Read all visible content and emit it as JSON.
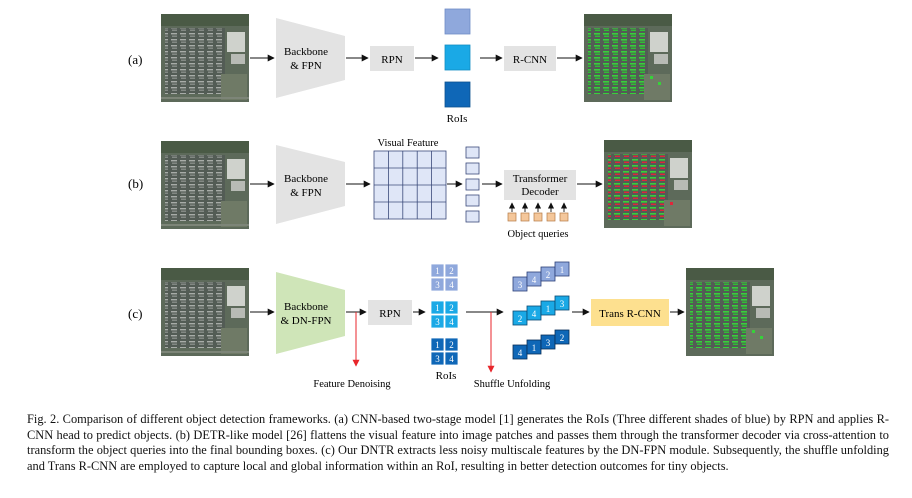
{
  "rows": {
    "a": {
      "label": "(a)",
      "backbone": [
        "Backbone",
        "& FPN"
      ],
      "rpn": "RPN",
      "rois": "RoIs",
      "head": "R-CNN"
    },
    "b": {
      "label": "(b)",
      "backbone": [
        "Backbone",
        "& FPN"
      ],
      "visual_feature": "Visual Feature",
      "decoder": [
        "Transformer",
        "Decoder"
      ],
      "queries": "Object queries"
    },
    "c": {
      "label": "(c)",
      "backbone": [
        "Backbone",
        "& DN-FPN"
      ],
      "rpn": "RPN",
      "rois": "RoIs",
      "head": "Trans R-CNN",
      "feature_denoising": "Feature Denoising",
      "shuffle_unfolding": "Shuffle Unfolding",
      "roi_cells": [
        "1",
        "2",
        "3",
        "4"
      ],
      "shuffle_stack_1": [
        "3",
        "4",
        "2",
        "1"
      ],
      "shuffle_stack_2": [
        "2",
        "4",
        "1",
        "3"
      ],
      "shuffle_stack_3": [
        "4",
        "1",
        "3",
        "2"
      ]
    }
  },
  "caption": "Fig. 2.  Comparison of different object detection frameworks. (a) CNN-based two-stage model [1] generates the RoIs (Three different shades of blue) by RPN and applies R-CNN head to predict objects. (b) DETR-like model [26] flattens the visual feature into image patches and passes them through the transformer decoder via cross-attention to transform the object queries into the final bounding boxes. (c) Our DNTR extracts less noisy multiscale features by the DN-FPN module. Subsequently, the shuffle unfolding and Trans R-CNN are employed to capture local and global information within an RoI, resulting in better detection outcomes for tiny objects.",
  "colors": {
    "trapezoid_gray": "#e3e3e3",
    "trapezoid_green": "#cfe5b8",
    "box_gray": "#e3e3e3",
    "blue_light": "#8fa8dc",
    "blue_mid": "#1aa9e6",
    "blue_dark": "#0f67b7",
    "grid_fill": "#dfe6f7",
    "query_fill": "#f4c79b",
    "trans_rcnn_fill": "#fde08f",
    "arrow_red": "#e8262b"
  }
}
